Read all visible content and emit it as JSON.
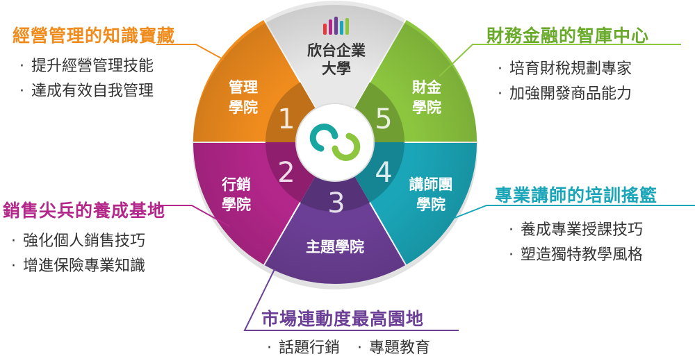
{
  "center": {
    "name_line1": "欣台企業",
    "name_line2": "大學"
  },
  "colors": {
    "management": "#f08c1e",
    "sales": "#b3268a",
    "topic": "#6c3f96",
    "lecturer": "#1aa6b8",
    "finance": "#8cc63f",
    "top": "#e8e8e8"
  },
  "sectors": {
    "management": {
      "num": "1",
      "line1": "管理",
      "line2": "學院"
    },
    "sales": {
      "num": "2",
      "line1": "行銷",
      "line2": "學院"
    },
    "topic": {
      "num": "3",
      "line1": "主題學院"
    },
    "lecturer": {
      "num": "4",
      "line1": "講師團",
      "line2": "學院"
    },
    "finance": {
      "num": "5",
      "line1": "財金",
      "line2": "學院"
    }
  },
  "callouts": {
    "management": {
      "title": "經營管理的知識寶藏",
      "bullets": [
        "提升經營管理技能",
        "達成有效自我管理"
      ]
    },
    "sales": {
      "title": "銷售尖兵的養成基地",
      "bullets": [
        "強化個人銷售技巧",
        "增進保險專業知識"
      ]
    },
    "topic": {
      "title": "市場連動度最高園地",
      "bullets": [
        "話題行銷",
        "專題教育"
      ]
    },
    "lecturer": {
      "title": "專業講師的培訓搖籃",
      "bullets": [
        "養成專業授課技巧",
        "塑造獨特教學風格"
      ]
    },
    "finance": {
      "title": "財務金融的智庫中心",
      "bullets": [
        "培育財稅規劃專家",
        "加強開發商品能力"
      ]
    }
  }
}
